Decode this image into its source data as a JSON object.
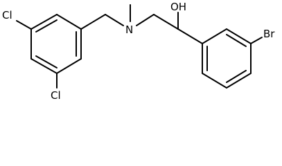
{
  "molecule": {
    "atoms": {
      "cl_left": "Cl",
      "cl_bottom": "Cl",
      "n": "N",
      "oh": "OH",
      "br": "Br"
    }
  }
}
